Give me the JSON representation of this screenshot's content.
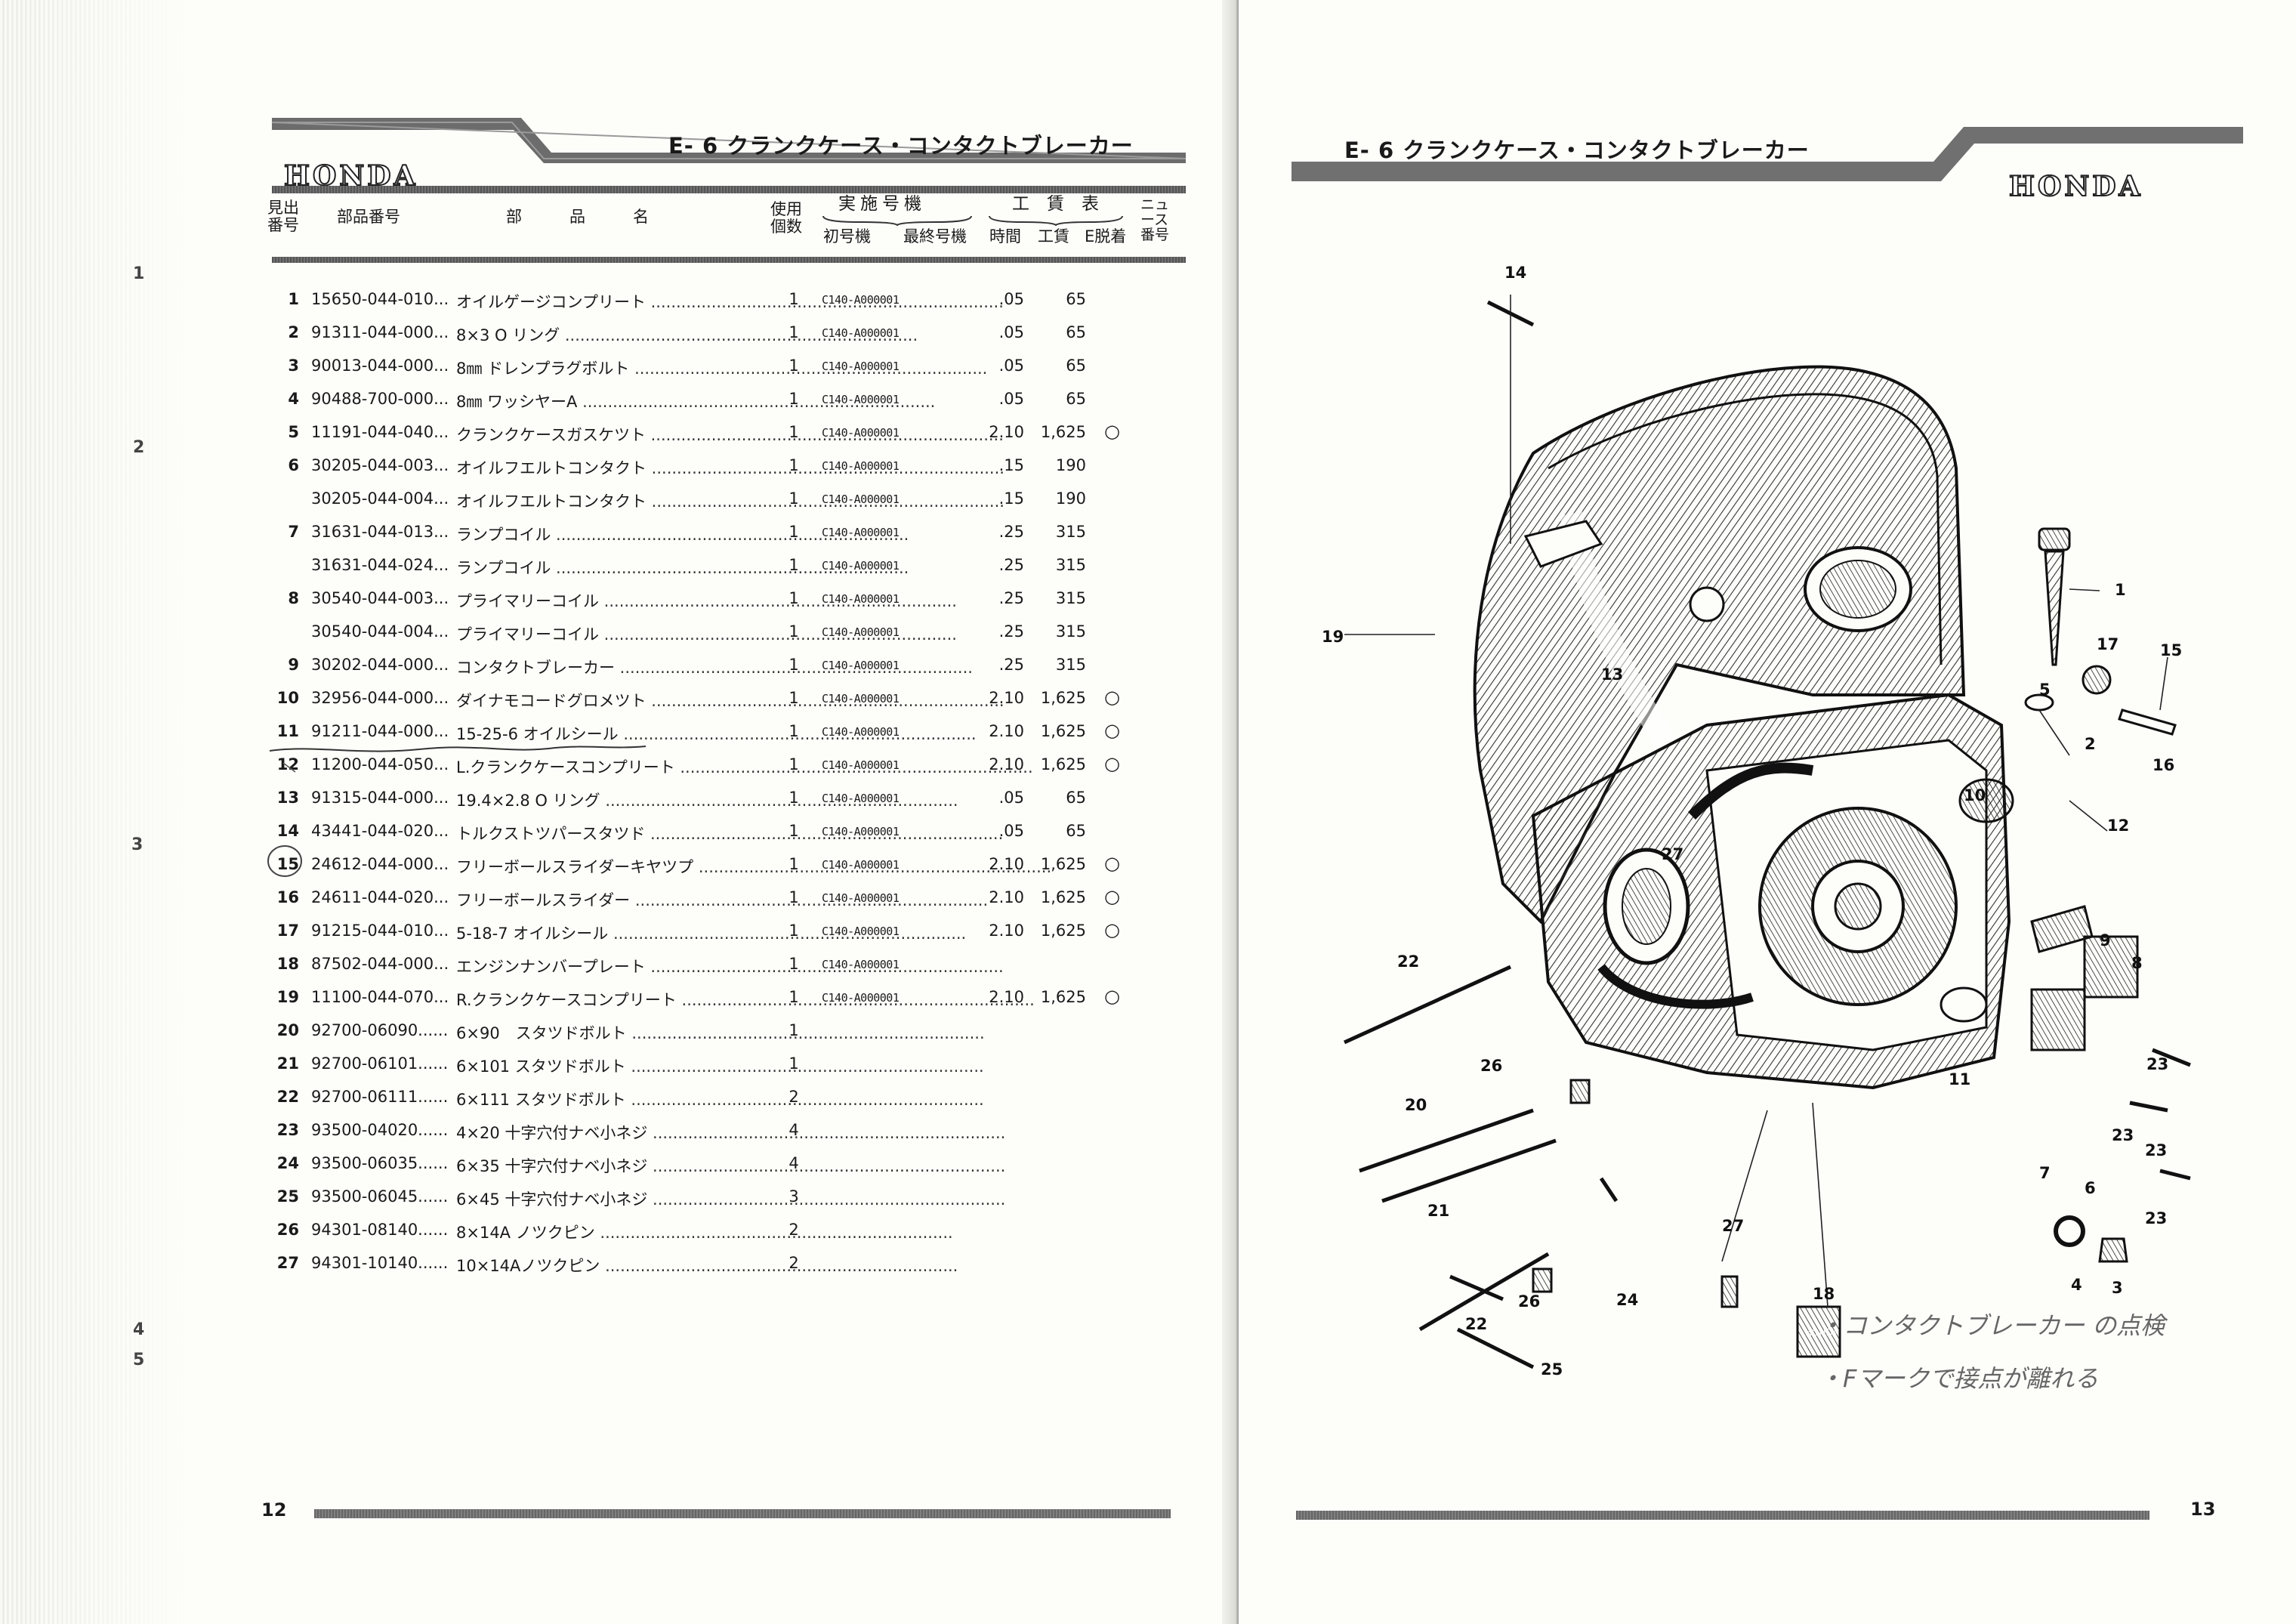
{
  "left_page": {
    "title": "E- 6  クランクケース・コンタクトブレーカー",
    "logo": "HONDA",
    "page_number": "12",
    "margin_marks": [
      "1",
      "2",
      "3",
      "4",
      "5"
    ],
    "columns": {
      "ref": [
        "見出",
        "番号"
      ],
      "part": "部品番号",
      "name": "部　　　品　　　名",
      "qty": [
        "使用",
        "個数"
      ],
      "frame_group": "実施号機",
      "frame_first": "初号機",
      "frame_last": "最終号機",
      "labor_group": "工　賃　表",
      "labor_time": "時間",
      "labor_cost": "工賃",
      "labor_e": "E脱着",
      "news": [
        "ニュ",
        "ース",
        "番号"
      ]
    },
    "rows": [
      {
        "ref": "1",
        "part": "15650-044-010...",
        "name": "オイルゲージコンプリート",
        "qty": "1",
        "frame": "C140-A000001",
        "time": ".05",
        "cost": "65",
        "mark": ""
      },
      {
        "ref": "2",
        "part": "91311-044-000...",
        "name": "8×3 O リング",
        "qty": "1",
        "frame": "C140-A000001",
        "time": ".05",
        "cost": "65",
        "mark": ""
      },
      {
        "ref": "3",
        "part": "90013-044-000...",
        "name": "8㎜ ドレンプラグボルト",
        "qty": "1",
        "frame": "C140-A000001",
        "time": ".05",
        "cost": "65",
        "mark": ""
      },
      {
        "ref": "4",
        "part": "90488-700-000...",
        "name": "8㎜ ワッシヤーA",
        "qty": "1",
        "frame": "C140-A000001",
        "time": ".05",
        "cost": "65",
        "mark": ""
      },
      {
        "ref": "5",
        "part": "11191-044-040...",
        "name": "クランクケースガスケツト",
        "qty": "1",
        "frame": "C140-A000001",
        "time": "2.10",
        "cost": "1,625",
        "mark": "○"
      },
      {
        "ref": "6",
        "part": "30205-044-003...",
        "name": "オイルフエルトコンタクト",
        "qty": "1",
        "frame": "C140-A000001",
        "time": ".15",
        "cost": "190",
        "mark": ""
      },
      {
        "ref": "",
        "part": "30205-044-004...",
        "name": "オイルフエルトコンタクト",
        "qty": "1",
        "frame": "C140-A000001",
        "time": ".15",
        "cost": "190",
        "mark": ""
      },
      {
        "ref": "7",
        "part": "31631-044-013...",
        "name": "ランプコイル",
        "qty": "1",
        "frame": "C140-A000001",
        "time": ".25",
        "cost": "315",
        "mark": ""
      },
      {
        "ref": "",
        "part": "31631-044-024...",
        "name": "ランプコイル",
        "qty": "1",
        "frame": "C140-A000001",
        "time": ".25",
        "cost": "315",
        "mark": ""
      },
      {
        "ref": "8",
        "part": "30540-044-003...",
        "name": "プライマリーコイル",
        "qty": "1",
        "frame": "C140-A000001",
        "time": ".25",
        "cost": "315",
        "mark": ""
      },
      {
        "ref": "",
        "part": "30540-044-004...",
        "name": "プライマリーコイル",
        "qty": "1",
        "frame": "C140-A000001",
        "time": ".25",
        "cost": "315",
        "mark": ""
      },
      {
        "ref": "9",
        "part": "30202-044-000...",
        "name": "コンタクトブレーカー",
        "qty": "1",
        "frame": "C140-A000001",
        "time": ".25",
        "cost": "315",
        "mark": ""
      },
      {
        "ref": "10",
        "part": "32956-044-000...",
        "name": "ダイナモコードグロメツト",
        "qty": "1",
        "frame": "C140-A000001",
        "time": "2.10",
        "cost": "1,625",
        "mark": "○"
      },
      {
        "ref": "11",
        "part": "91211-044-000...",
        "name": "15-25-6 オイルシール",
        "qty": "1",
        "frame": "C140-A000001",
        "time": "2.10",
        "cost": "1,625",
        "mark": "○"
      },
      {
        "ref": "12",
        "part": "11200-044-050...",
        "name": "L.クランクケースコンプリート",
        "qty": "1",
        "frame": "C140-A000001",
        "time": "2.10",
        "cost": "1,625",
        "mark": "○"
      },
      {
        "ref": "13",
        "part": "91315-044-000...",
        "name": "19.4×2.8 O リング",
        "qty": "1",
        "frame": "C140-A000001",
        "time": ".05",
        "cost": "65",
        "mark": ""
      },
      {
        "ref": "14",
        "part": "43441-044-020...",
        "name": "トルクストツパースタツド",
        "qty": "1",
        "frame": "C140-A000001",
        "time": ".05",
        "cost": "65",
        "mark": ""
      },
      {
        "ref": "15",
        "part": "24612-044-000...",
        "name": "フリーボールスライダーキヤツプ",
        "qty": "1",
        "frame": "C140-A000001",
        "time": "2.10",
        "cost": "1,625",
        "mark": "○"
      },
      {
        "ref": "16",
        "part": "24611-044-020...",
        "name": "フリーボールスライダー",
        "qty": "1",
        "frame": "C140-A000001",
        "time": "2.10",
        "cost": "1,625",
        "mark": "○"
      },
      {
        "ref": "17",
        "part": "91215-044-010...",
        "name": "5-18-7 オイルシール",
        "qty": "1",
        "frame": "C140-A000001",
        "time": "2.10",
        "cost": "1,625",
        "mark": "○"
      },
      {
        "ref": "18",
        "part": "87502-044-000...",
        "name": "エンジンナンバープレート",
        "qty": "1",
        "frame": "C140-A000001",
        "time": "",
        "cost": "",
        "mark": ""
      },
      {
        "ref": "19",
        "part": "11100-044-070...",
        "name": "R.クランクケースコンプリート",
        "qty": "1",
        "frame": "C140-A000001",
        "time": "2.10",
        "cost": "1,625",
        "mark": "○"
      },
      {
        "ref": "20",
        "part": "92700-06090......",
        "name": "6×90　スタツドボルト",
        "qty": "1",
        "frame": "",
        "time": "",
        "cost": "",
        "mark": ""
      },
      {
        "ref": "21",
        "part": "92700-06101......",
        "name": "6×101 スタツドボルト",
        "qty": "1",
        "frame": "",
        "time": "",
        "cost": "",
        "mark": ""
      },
      {
        "ref": "22",
        "part": "92700-06111......",
        "name": "6×111 スタツドボルト",
        "qty": "2",
        "frame": "",
        "time": "",
        "cost": "",
        "mark": ""
      },
      {
        "ref": "23",
        "part": "93500-04020......",
        "name": "4×20 十字穴付ナベ小ネジ",
        "qty": "4",
        "frame": "",
        "time": "",
        "cost": "",
        "mark": ""
      },
      {
        "ref": "24",
        "part": "93500-06035......",
        "name": "6×35 十字穴付ナベ小ネジ",
        "qty": "4",
        "frame": "",
        "time": "",
        "cost": "",
        "mark": ""
      },
      {
        "ref": "25",
        "part": "93500-06045......",
        "name": "6×45 十字穴付ナベ小ネジ",
        "qty": "3",
        "frame": "",
        "time": "",
        "cost": "",
        "mark": ""
      },
      {
        "ref": "26",
        "part": "94301-08140......",
        "name": "8×14A ノツクピン",
        "qty": "2",
        "frame": "",
        "time": "",
        "cost": "",
        "mark": ""
      },
      {
        "ref": "27",
        "part": "94301-10140......",
        "name": "10×14Aノツクピン",
        "qty": "2",
        "frame": "",
        "time": "",
        "cost": "",
        "mark": ""
      }
    ]
  },
  "right_page": {
    "title": "E- 6  クランクケース・コンタクトブレーカー",
    "logo": "HONDA",
    "page_number": "13",
    "plate_text": "HONDA",
    "callouts": [
      "1",
      "2",
      "3",
      "4",
      "5",
      "6",
      "7",
      "8",
      "9",
      "10",
      "11",
      "12",
      "13",
      "14",
      "15",
      "16",
      "17",
      "18",
      "19",
      "20",
      "21",
      "22",
      "22",
      "23",
      "23",
      "23",
      "23",
      "24",
      "25",
      "26",
      "26",
      "27",
      "27"
    ],
    "handwritten": [
      "・コンタクトブレーカー の点検",
      "・Fマークで接点が離れる"
    ]
  }
}
